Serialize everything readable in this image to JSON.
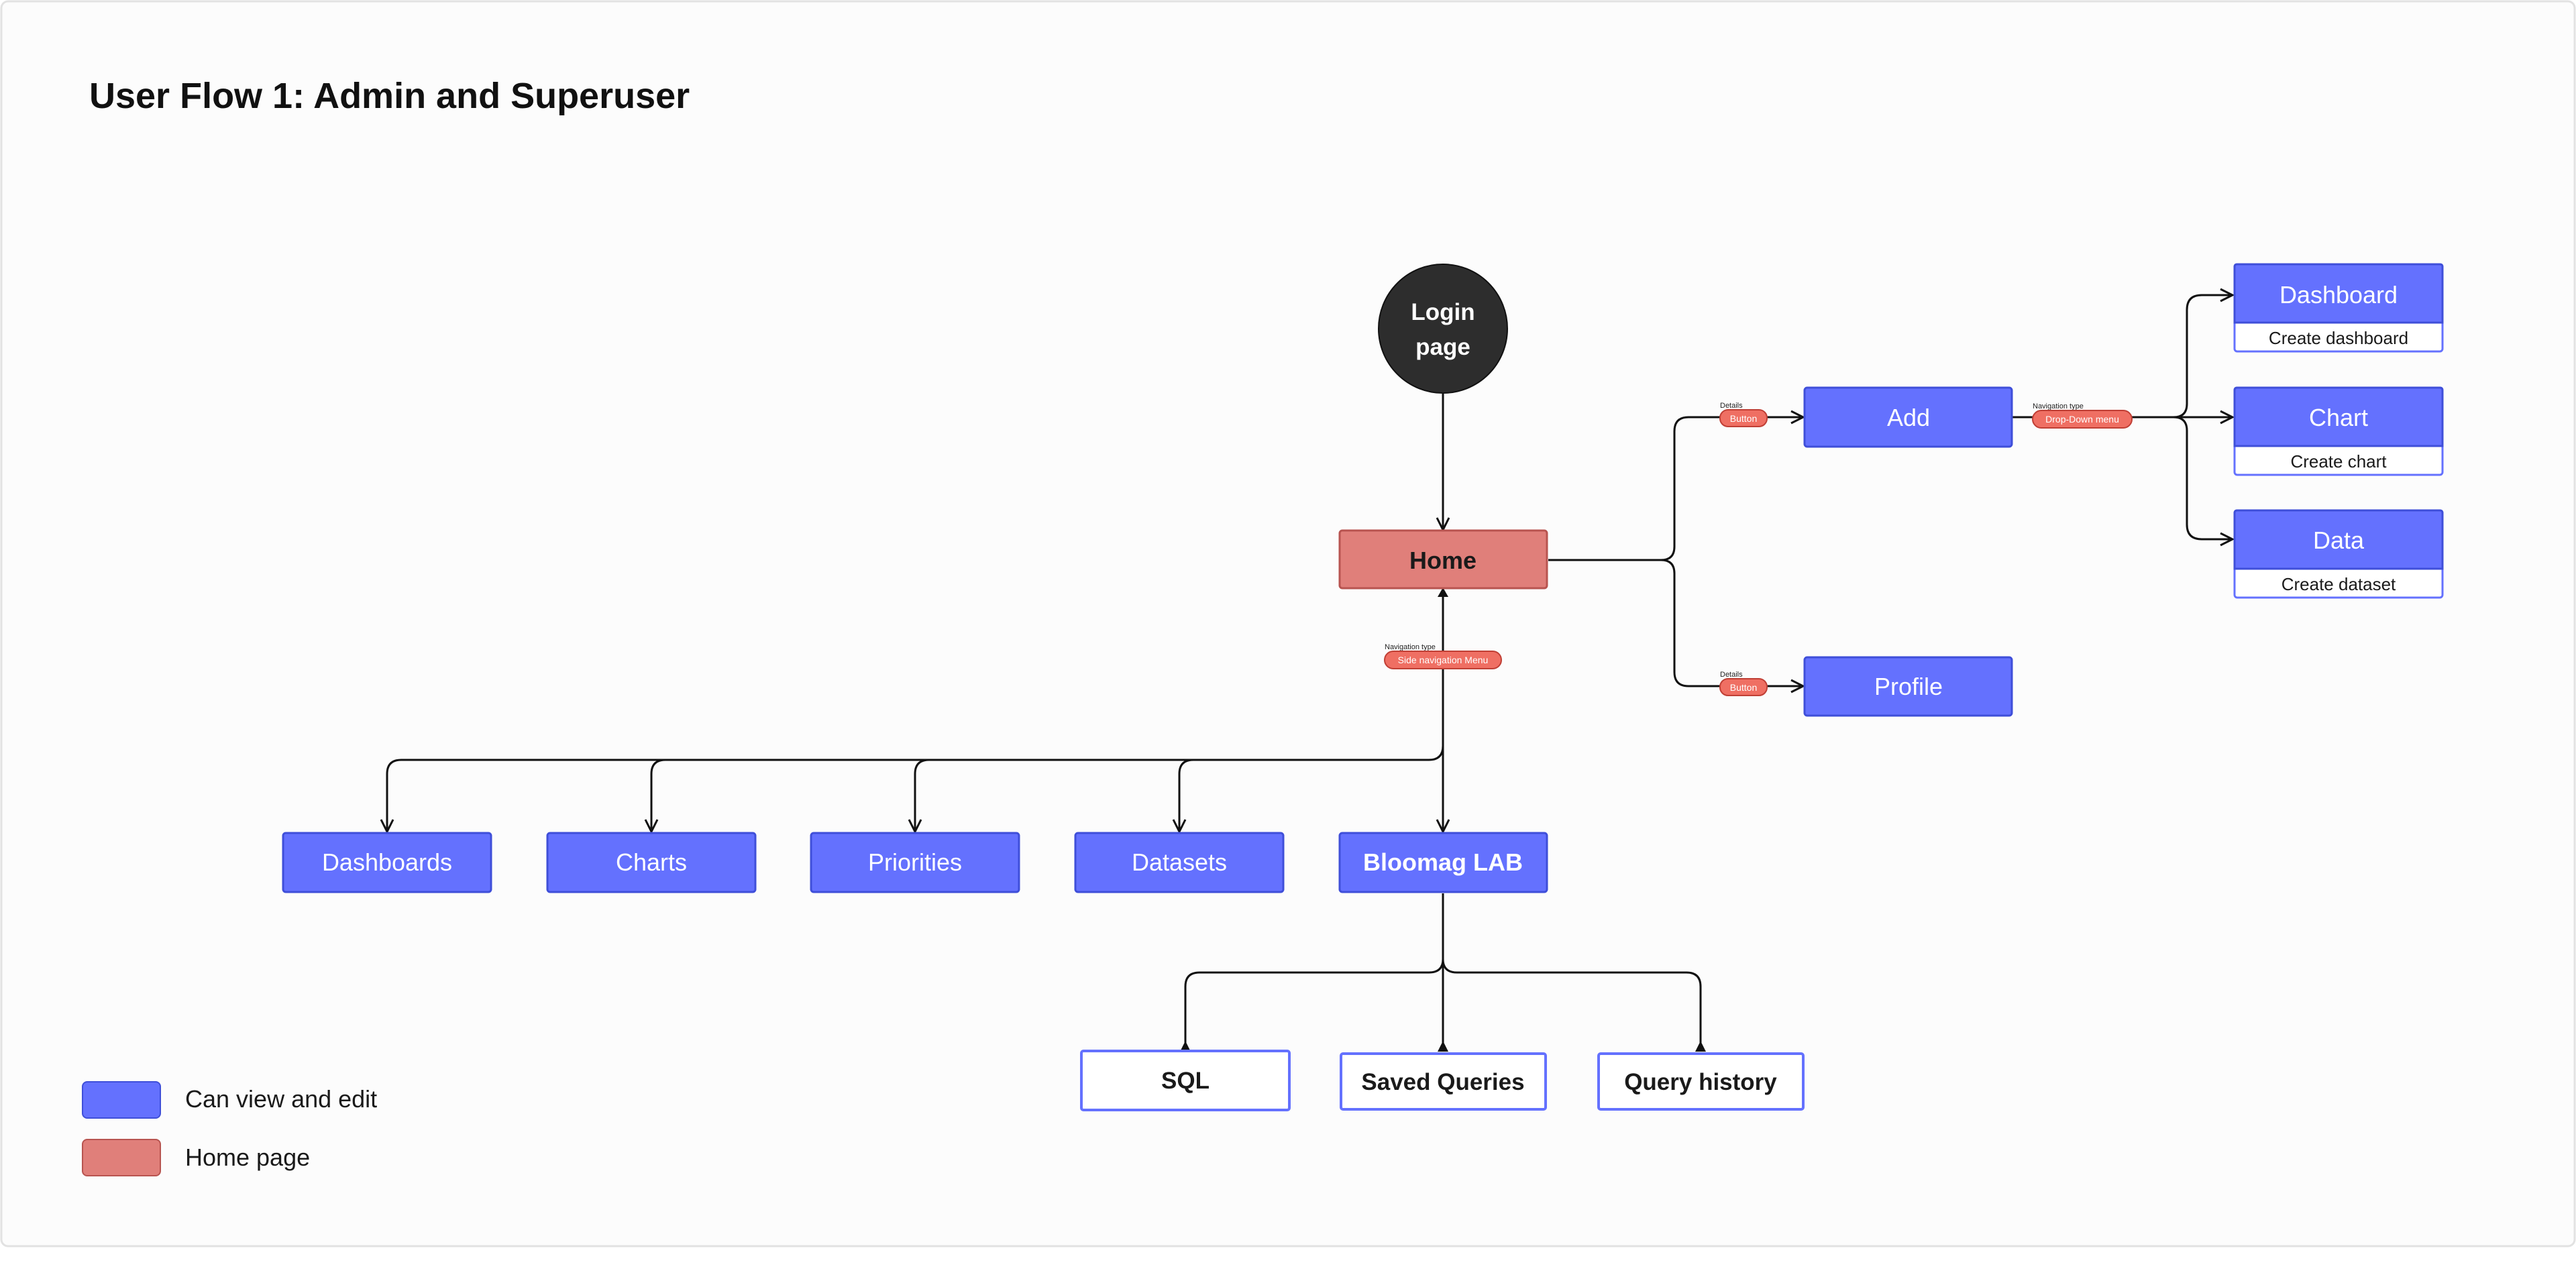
{
  "title": "User Flow 1: Admin and Superuser",
  "colors": {
    "blue_fill": "#6471fe",
    "blue_stroke": "#3f4fd9",
    "home_fill": "#e07f7a",
    "home_stroke": "#b85450",
    "login_fill": "#2d2d2d",
    "tag_fill": "#ef6f63",
    "tag_stroke": "#c03f35",
    "background": "#fcfcfc",
    "frame": "#e2e2e2"
  },
  "nodes": {
    "login": {
      "line1": "Login",
      "line2": "page"
    },
    "home": "Home",
    "add": "Add",
    "profile": "Profile",
    "dashboard": {
      "title": "Dashboard",
      "sub": "Create dashboard"
    },
    "chart": {
      "title": "Chart",
      "sub": "Create chart"
    },
    "data": {
      "title": "Data",
      "sub": "Create dataset"
    },
    "dashboards": "Dashboards",
    "charts": "Charts",
    "priorities": "Priorities",
    "datasets": "Datasets",
    "bloomag_lab": "Bloomag LAB",
    "sql": "SQL",
    "saved_queries": "Saved Queries",
    "query_history": "Query history"
  },
  "tags": {
    "side_nav": {
      "caption": "Navigation type",
      "label": "Side navigation Menu"
    },
    "add_button": {
      "caption": "Details",
      "label": "Button"
    },
    "profile_button": {
      "caption": "Details",
      "label": "Button"
    },
    "dropdown": {
      "caption": "Navigation type",
      "label": "Drop-Down menu"
    }
  },
  "legend": [
    {
      "label": "Can view and edit"
    },
    {
      "label": "Home page"
    }
  ]
}
